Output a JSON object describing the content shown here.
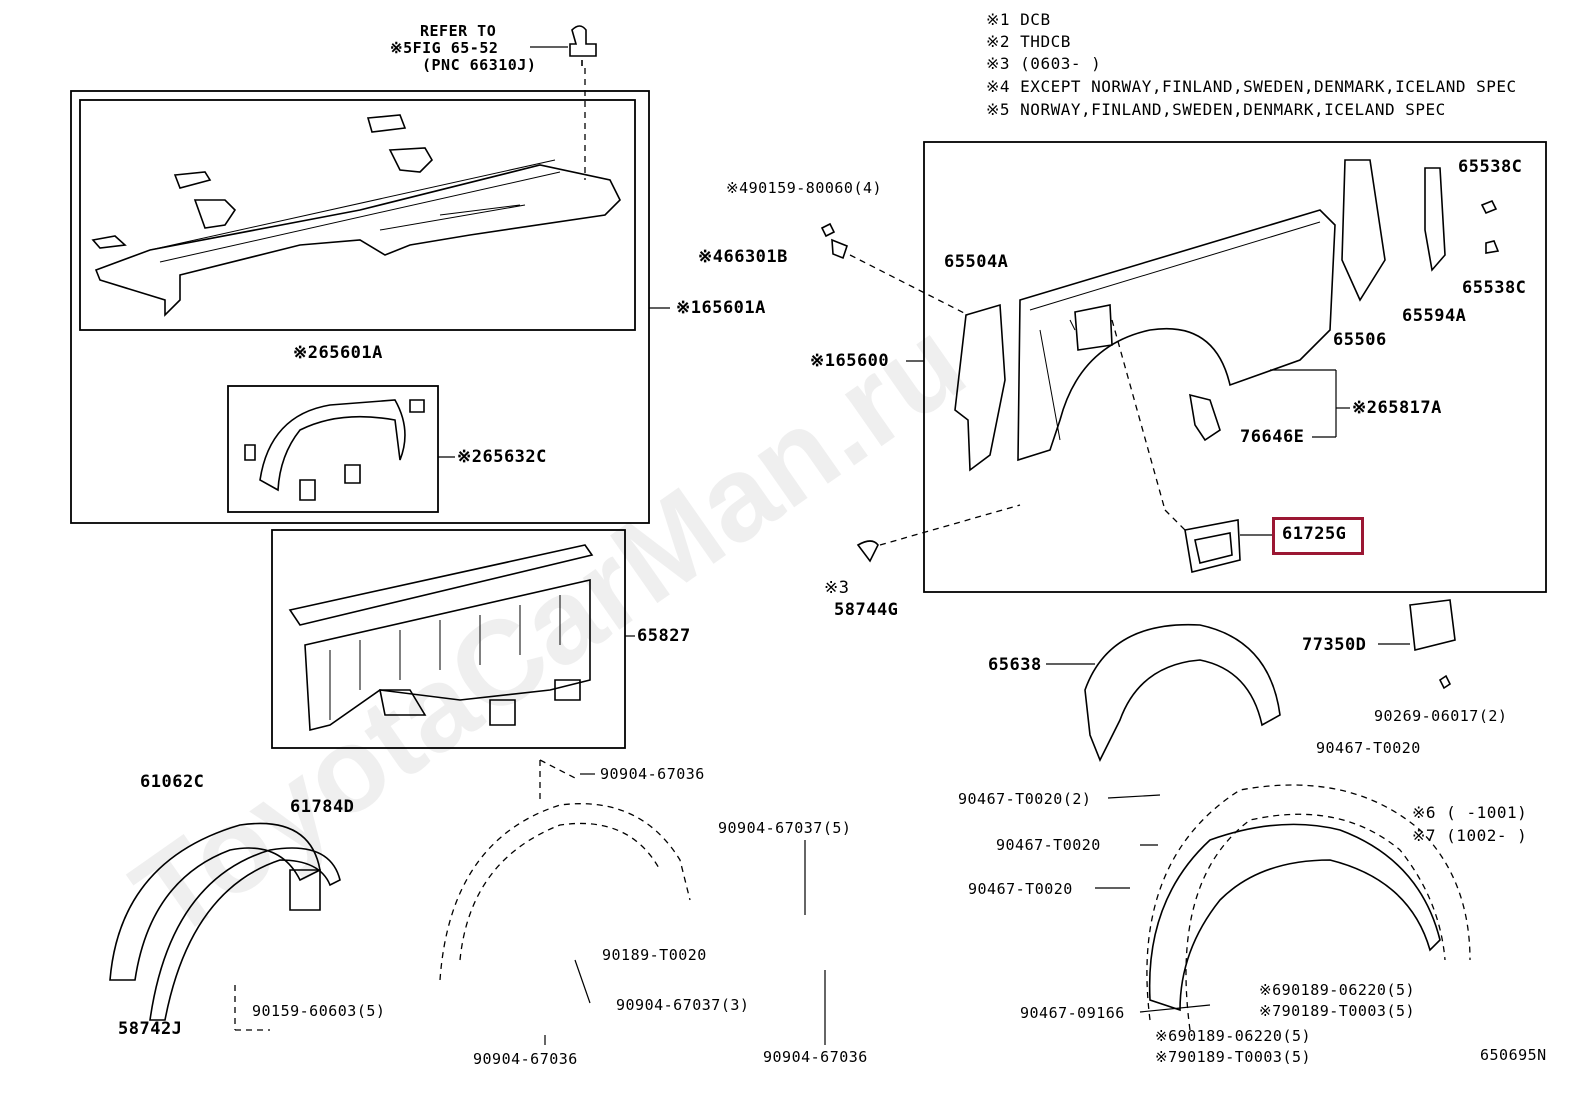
{
  "notes": [
    "※1 DCB",
    "※2 THDCB",
    "※3 (0603-      )",
    "※4 EXCEPT NORWAY,FINLAND,SWEDEN,DENMARK,ICELAND SPEC",
    "※5 NORWAY,FINLAND,SWEDEN,DENMARK,ICELAND SPEC"
  ],
  "notes_right": [
    "※6 (      -1001)",
    "※7 (1002-      )"
  ],
  "refer": {
    "line1": "REFER TO",
    "line2": "※5FIG 65-52",
    "line3": "(PNC 66310J)"
  },
  "parts": {
    "p165601A": "※165601A",
    "p265601A": "※265601A",
    "p265632C": "※265632C",
    "p65827": "65827",
    "p165600": "※165600",
    "p65504A": "65504A",
    "p65506": "65506",
    "p65538C_top": "65538C",
    "p65538C_bot": "65538C",
    "p65594A": "65594A",
    "p265817A": "※265817A",
    "p76646E": "76646E",
    "p61725G": "61725G",
    "p58744G_mark": "※3",
    "p58744G": "58744G",
    "p466301B": "※466301B",
    "p90159_80060": "※490159-80060(4)",
    "p65638": "65638",
    "p77350D": "77350D",
    "p90269_06017": "90269-06017(2)",
    "p61062C": "61062C",
    "p61784D": "61784D",
    "p58742J": "58742J",
    "p90159_60603": "90159-60603(5)",
    "p90904_67036_top": "90904-67036",
    "p90904_67037_5": "90904-67037(5)",
    "p90189_T0020": "90189-T0020",
    "p90904_67037_3": "90904-67037(3)",
    "p90904_67036_bl": "90904-67036",
    "p90904_67036_br": "90904-67036",
    "p90467_T0020_top": "90467-T0020",
    "p90467_T0020_2": "90467-T0020(2)",
    "p90467_T0020_a": "90467-T0020",
    "p90467_T0020_b": "90467-T0020",
    "p90467_09166": "90467-09166",
    "p690189_06220_r": "※690189-06220(5)",
    "p790189_T0003_r": "※790189-T0003(5)",
    "p690189_06220_b": "※690189-06220(5)",
    "p790189_T0003_b": "※790189-T0003(5)"
  },
  "highlight_part": "61725G",
  "highlight_color": "#9b1733",
  "figure_id": "650695N",
  "watermark": "ToyotaCarMan.ru"
}
